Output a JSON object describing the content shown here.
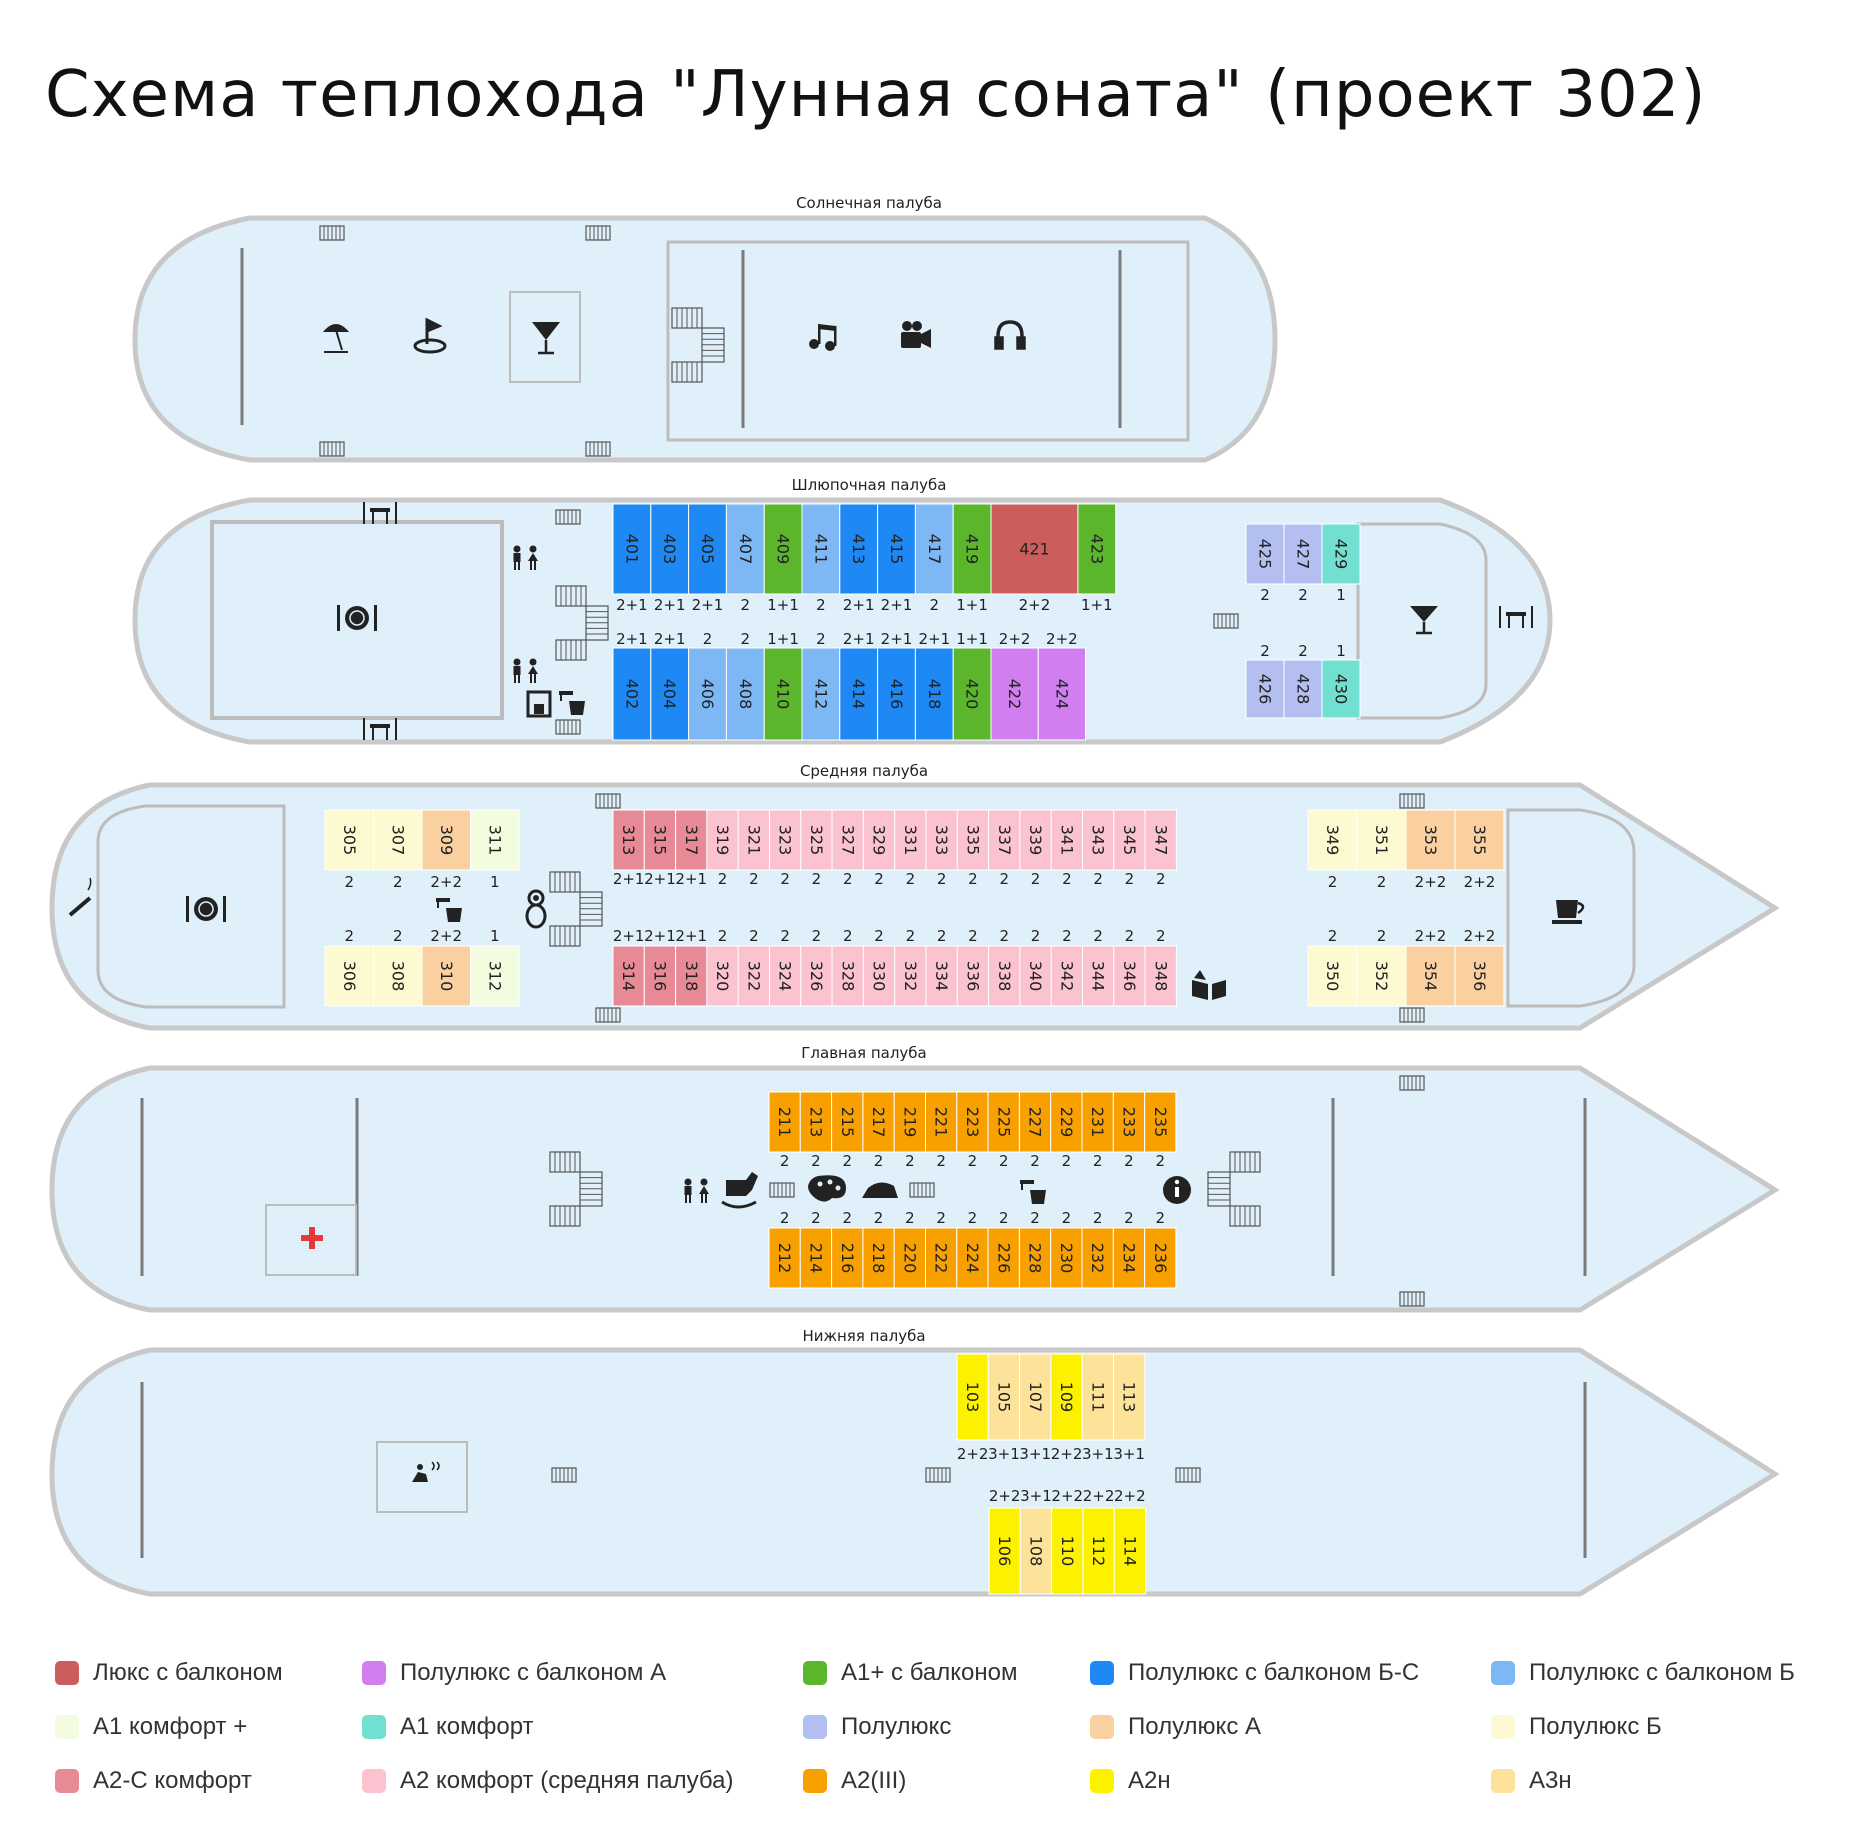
{
  "title": "Схема теплохода \"Лунная соната\" (проект 302)",
  "colors": {
    "lux_balcony": "#cd5c5c",
    "semi_lux_balcony_a": "#d17ff0",
    "a1plus_balcony": "#5bb62b",
    "semi_lux_balcony_bc": "#1e88f5",
    "semi_lux_balcony_b": "#7db8f5",
    "a1_comfort_plus": "#f4fce0",
    "a1_comfort": "#71e0d0",
    "semi_lux": "#b3bff0",
    "semi_lux_a": "#fbd0a0",
    "semi_lux_b": "#fdf9d0",
    "a2c_comfort": "#e88a96",
    "a2_comfort_mid": "#fbc3cf",
    "a2_iii": "#f7a000",
    "a2n": "#fcf200",
    "a3n": "#fde29a",
    "hull_fill": "#dff0fa",
    "hull_stroke": "#c8c8c8"
  },
  "legend": [
    {
      "label": "Люкс с балконом",
      "color": "#cd5c5c"
    },
    {
      "label": "Полулюкс с балконом А",
      "color": "#d17ff0"
    },
    {
      "label": "А1+ с балконом",
      "color": "#5bb62b"
    },
    {
      "label": "Полулюкс с балконом Б-С",
      "color": "#1e88f5"
    },
    {
      "label": "Полулюкс с балконом Б",
      "color": "#7db8f5"
    },
    {
      "label": "А1 комфорт +",
      "color": "#f4fce0"
    },
    {
      "label": "А1 комфорт",
      "color": "#71e0d0"
    },
    {
      "label": "Полулюкс",
      "color": "#b3bff0"
    },
    {
      "label": "Полулюкс А",
      "color": "#fbd0a0"
    },
    {
      "label": "Полулюкс Б",
      "color": "#fdf9d0"
    },
    {
      "label": "А2-С комфорт",
      "color": "#e88a96"
    },
    {
      "label": "А2 комфорт (средняя палуба)",
      "color": "#fbc3cf"
    },
    {
      "label": "А2(III)",
      "color": "#f7a000"
    },
    {
      "label": "А2н",
      "color": "#fcf200"
    },
    {
      "label": "А3н",
      "color": "#fde29a"
    }
  ],
  "decks": {
    "sun": {
      "label": "Солнечная палуба",
      "icons": [
        "umbrella-icon",
        "golf-icon",
        "cocktail-icon",
        "music-icon",
        "movie-camera-icon",
        "headphones-icon"
      ]
    },
    "boat": {
      "label": "Шлюпочная палуба",
      "icons": [
        "restaurant-icon",
        "restroom-icon",
        "coffee-icon",
        "cocktail-icon",
        "dining-table-icon"
      ],
      "top_row": [
        {
          "n": "401",
          "cap": "2+1",
          "cls": "semi_lux_balcony_bc"
        },
        {
          "n": "403",
          "cap": "2+1",
          "cls": "semi_lux_balcony_bc"
        },
        {
          "n": "405",
          "cap": "2+1",
          "cls": "semi_lux_balcony_bc"
        },
        {
          "n": "407",
          "cap": "2",
          "cls": "semi_lux_balcony_b"
        },
        {
          "n": "409",
          "cap": "1+1",
          "cls": "a1plus_balcony"
        },
        {
          "n": "411",
          "cap": "2",
          "cls": "semi_lux_balcony_b"
        },
        {
          "n": "413",
          "cap": "2+1",
          "cls": "semi_lux_balcony_bc"
        },
        {
          "n": "415",
          "cap": "2+1",
          "cls": "semi_lux_balcony_bc"
        },
        {
          "n": "417",
          "cap": "2",
          "cls": "semi_lux_balcony_b"
        },
        {
          "n": "419",
          "cap": "1+1",
          "cls": "a1plus_balcony"
        },
        {
          "n": "421",
          "cap": "2+2",
          "cls": "lux_balcony",
          "wide": true
        },
        {
          "n": "423",
          "cap": "1+1",
          "cls": "a1plus_balcony"
        }
      ],
      "bottom_row": [
        {
          "n": "402",
          "cap": "2+1",
          "cls": "semi_lux_balcony_bc"
        },
        {
          "n": "404",
          "cap": "2+1",
          "cls": "semi_lux_balcony_bc"
        },
        {
          "n": "406",
          "cap": "2",
          "cls": "semi_lux_balcony_b"
        },
        {
          "n": "408",
          "cap": "2",
          "cls": "semi_lux_balcony_b"
        },
        {
          "n": "410",
          "cap": "1+1",
          "cls": "a1plus_balcony"
        },
        {
          "n": "412",
          "cap": "2",
          "cls": "semi_lux_balcony_b"
        },
        {
          "n": "414",
          "cap": "2+1",
          "cls": "semi_lux_balcony_bc"
        },
        {
          "n": "416",
          "cap": "2+1",
          "cls": "semi_lux_balcony_bc"
        },
        {
          "n": "418",
          "cap": "2+1",
          "cls": "semi_lux_balcony_bc"
        },
        {
          "n": "420",
          "cap": "1+1",
          "cls": "a1plus_balcony"
        },
        {
          "n": "422",
          "cap": "2+2",
          "cls": "semi_lux_balcony_a",
          "w2": true
        },
        {
          "n": "424",
          "cap": "2+2",
          "cls": "semi_lux_balcony_a",
          "w2": true
        }
      ],
      "bow_top": [
        {
          "n": "425",
          "cap": "2",
          "cls": "semi_lux"
        },
        {
          "n": "427",
          "cap": "2",
          "cls": "semi_lux"
        },
        {
          "n": "429",
          "cap": "1",
          "cls": "a1_comfort"
        }
      ],
      "bow_bottom": [
        {
          "n": "426",
          "cap": "2",
          "cls": "semi_lux"
        },
        {
          "n": "428",
          "cap": "2",
          "cls": "semi_lux"
        },
        {
          "n": "430",
          "cap": "1",
          "cls": "a1_comfort"
        }
      ]
    },
    "middle": {
      "label": "Средняя палуба",
      "icons": [
        "smoking-icon",
        "restaurant-icon",
        "coffee-icon",
        "matryoshka-icon",
        "library-icon",
        "cafe-icon"
      ],
      "aft_top": [
        {
          "n": "305",
          "cap": "2",
          "cls": "semi_lux_b"
        },
        {
          "n": "307",
          "cap": "2",
          "cls": "semi_lux_b"
        },
        {
          "n": "309",
          "cap": "2+2",
          "cls": "semi_lux_a"
        },
        {
          "n": "311",
          "cap": "1",
          "cls": "a1_comfort_plus"
        }
      ],
      "aft_bottom": [
        {
          "n": "306",
          "cap": "2",
          "cls": "semi_lux_b"
        },
        {
          "n": "308",
          "cap": "2",
          "cls": "semi_lux_b"
        },
        {
          "n": "310",
          "cap": "2+2",
          "cls": "semi_lux_a"
        },
        {
          "n": "312",
          "cap": "1",
          "cls": "a1_comfort_plus"
        }
      ],
      "mid_top": [
        {
          "n": "313",
          "cap": "2+1",
          "cls": "a2c_comfort"
        },
        {
          "n": "315",
          "cap": "2+1",
          "cls": "a2c_comfort"
        },
        {
          "n": "317",
          "cap": "2+1",
          "cls": "a2c_comfort"
        },
        {
          "n": "319",
          "cap": "2",
          "cls": "a2_comfort_mid"
        },
        {
          "n": "321",
          "cap": "2",
          "cls": "a2_comfort_mid"
        },
        {
          "n": "323",
          "cap": "2",
          "cls": "a2_comfort_mid"
        },
        {
          "n": "325",
          "cap": "2",
          "cls": "a2_comfort_mid"
        },
        {
          "n": "327",
          "cap": "2",
          "cls": "a2_comfort_mid"
        },
        {
          "n": "329",
          "cap": "2",
          "cls": "a2_comfort_mid"
        },
        {
          "n": "331",
          "cap": "2",
          "cls": "a2_comfort_mid"
        },
        {
          "n": "333",
          "cap": "2",
          "cls": "a2_comfort_mid"
        },
        {
          "n": "335",
          "cap": "2",
          "cls": "a2_comfort_mid"
        },
        {
          "n": "337",
          "cap": "2",
          "cls": "a2_comfort_mid"
        },
        {
          "n": "339",
          "cap": "2",
          "cls": "a2_comfort_mid"
        },
        {
          "n": "341",
          "cap": "2",
          "cls": "a2_comfort_mid"
        },
        {
          "n": "343",
          "cap": "2",
          "cls": "a2_comfort_mid"
        },
        {
          "n": "345",
          "cap": "2",
          "cls": "a2_comfort_mid"
        },
        {
          "n": "347",
          "cap": "2",
          "cls": "a2_comfort_mid"
        }
      ],
      "mid_bottom": [
        {
          "n": "314",
          "cap": "2+1",
          "cls": "a2c_comfort"
        },
        {
          "n": "316",
          "cap": "2+1",
          "cls": "a2c_comfort"
        },
        {
          "n": "318",
          "cap": "2+1",
          "cls": "a2c_comfort"
        },
        {
          "n": "320",
          "cap": "2",
          "cls": "a2_comfort_mid"
        },
        {
          "n": "322",
          "cap": "2",
          "cls": "a2_comfort_mid"
        },
        {
          "n": "324",
          "cap": "2",
          "cls": "a2_comfort_mid"
        },
        {
          "n": "326",
          "cap": "2",
          "cls": "a2_comfort_mid"
        },
        {
          "n": "328",
          "cap": "2",
          "cls": "a2_comfort_mid"
        },
        {
          "n": "330",
          "cap": "2",
          "cls": "a2_comfort_mid"
        },
        {
          "n": "332",
          "cap": "2",
          "cls": "a2_comfort_mid"
        },
        {
          "n": "334",
          "cap": "2",
          "cls": "a2_comfort_mid"
        },
        {
          "n": "336",
          "cap": "2",
          "cls": "a2_comfort_mid"
        },
        {
          "n": "338",
          "cap": "2",
          "cls": "a2_comfort_mid"
        },
        {
          "n": "340",
          "cap": "2",
          "cls": "a2_comfort_mid"
        },
        {
          "n": "342",
          "cap": "2",
          "cls": "a2_comfort_mid"
        },
        {
          "n": "344",
          "cap": "2",
          "cls": "a2_comfort_mid"
        },
        {
          "n": "346",
          "cap": "2",
          "cls": "a2_comfort_mid"
        },
        {
          "n": "348",
          "cap": "2",
          "cls": "a2_comfort_mid"
        }
      ],
      "bow_top": [
        {
          "n": "349",
          "cap": "2",
          "cls": "semi_lux_b"
        },
        {
          "n": "351",
          "cap": "2",
          "cls": "semi_lux_b"
        },
        {
          "n": "353",
          "cap": "2+2",
          "cls": "semi_lux_a"
        },
        {
          "n": "355",
          "cap": "2+2",
          "cls": "semi_lux_a"
        }
      ],
      "bow_bottom": [
        {
          "n": "350",
          "cap": "2",
          "cls": "semi_lux_b"
        },
        {
          "n": "352",
          "cap": "2",
          "cls": "semi_lux_b"
        },
        {
          "n": "354",
          "cap": "2+2",
          "cls": "semi_lux_a"
        },
        {
          "n": "356",
          "cap": "2+2",
          "cls": "semi_lux_a"
        }
      ]
    },
    "main": {
      "label": "Главная палуба",
      "icons": [
        "medical-cross-icon",
        "restroom-icon",
        "rocking-horse-icon",
        "palette-icon",
        "iron-icon",
        "coffee-icon",
        "info-icon"
      ],
      "top_row": [
        {
          "n": "211",
          "cap": "2",
          "cls": "a2_iii"
        },
        {
          "n": "213",
          "cap": "2",
          "cls": "a2_iii"
        },
        {
          "n": "215",
          "cap": "2",
          "cls": "a2_iii"
        },
        {
          "n": "217",
          "cap": "2",
          "cls": "a2_iii"
        },
        {
          "n": "219",
          "cap": "2",
          "cls": "a2_iii"
        },
        {
          "n": "221",
          "cap": "2",
          "cls": "a2_iii"
        },
        {
          "n": "223",
          "cap": "2",
          "cls": "a2_iii"
        },
        {
          "n": "225",
          "cap": "2",
          "cls": "a2_iii"
        },
        {
          "n": "227",
          "cap": "2",
          "cls": "a2_iii"
        },
        {
          "n": "229",
          "cap": "2",
          "cls": "a2_iii"
        },
        {
          "n": "231",
          "cap": "2",
          "cls": "a2_iii"
        },
        {
          "n": "233",
          "cap": "2",
          "cls": "a2_iii"
        },
        {
          "n": "235",
          "cap": "2",
          "cls": "a2_iii"
        }
      ],
      "bottom_row": [
        {
          "n": "212",
          "cap": "2",
          "cls": "a2_iii"
        },
        {
          "n": "214",
          "cap": "2",
          "cls": "a2_iii"
        },
        {
          "n": "216",
          "cap": "2",
          "cls": "a2_iii"
        },
        {
          "n": "218",
          "cap": "2",
          "cls": "a2_iii"
        },
        {
          "n": "220",
          "cap": "2",
          "cls": "a2_iii"
        },
        {
          "n": "222",
          "cap": "2",
          "cls": "a2_iii"
        },
        {
          "n": "224",
          "cap": "2",
          "cls": "a2_iii"
        },
        {
          "n": "226",
          "cap": "2",
          "cls": "a2_iii"
        },
        {
          "n": "228",
          "cap": "2",
          "cls": "a2_iii"
        },
        {
          "n": "230",
          "cap": "2",
          "cls": "a2_iii"
        },
        {
          "n": "232",
          "cap": "2",
          "cls": "a2_iii"
        },
        {
          "n": "234",
          "cap": "2",
          "cls": "a2_iii"
        },
        {
          "n": "236",
          "cap": "2",
          "cls": "a2_iii"
        }
      ]
    },
    "lower": {
      "label": "Нижняя палуба",
      "icons": [
        "sauna-icon"
      ],
      "top_row": [
        {
          "n": "103",
          "cap": "2+2",
          "cls": "a2n"
        },
        {
          "n": "105",
          "cap": "3+1",
          "cls": "a3n"
        },
        {
          "n": "107",
          "cap": "3+1",
          "cls": "a3n"
        },
        {
          "n": "109",
          "cap": "2+2",
          "cls": "a2n"
        },
        {
          "n": "111",
          "cap": "3+1",
          "cls": "a3n"
        },
        {
          "n": "113",
          "cap": "3+1",
          "cls": "a3n"
        }
      ],
      "bottom_row": [
        {
          "n": "106",
          "cap": "2+2",
          "cls": "a2n"
        },
        {
          "n": "108",
          "cap": "3+1",
          "cls": "a3n"
        },
        {
          "n": "110",
          "cap": "2+2",
          "cls": "a2n"
        },
        {
          "n": "112",
          "cap": "2+2",
          "cls": "a2n"
        },
        {
          "n": "114",
          "cap": "2+2",
          "cls": "a2n"
        }
      ]
    }
  }
}
